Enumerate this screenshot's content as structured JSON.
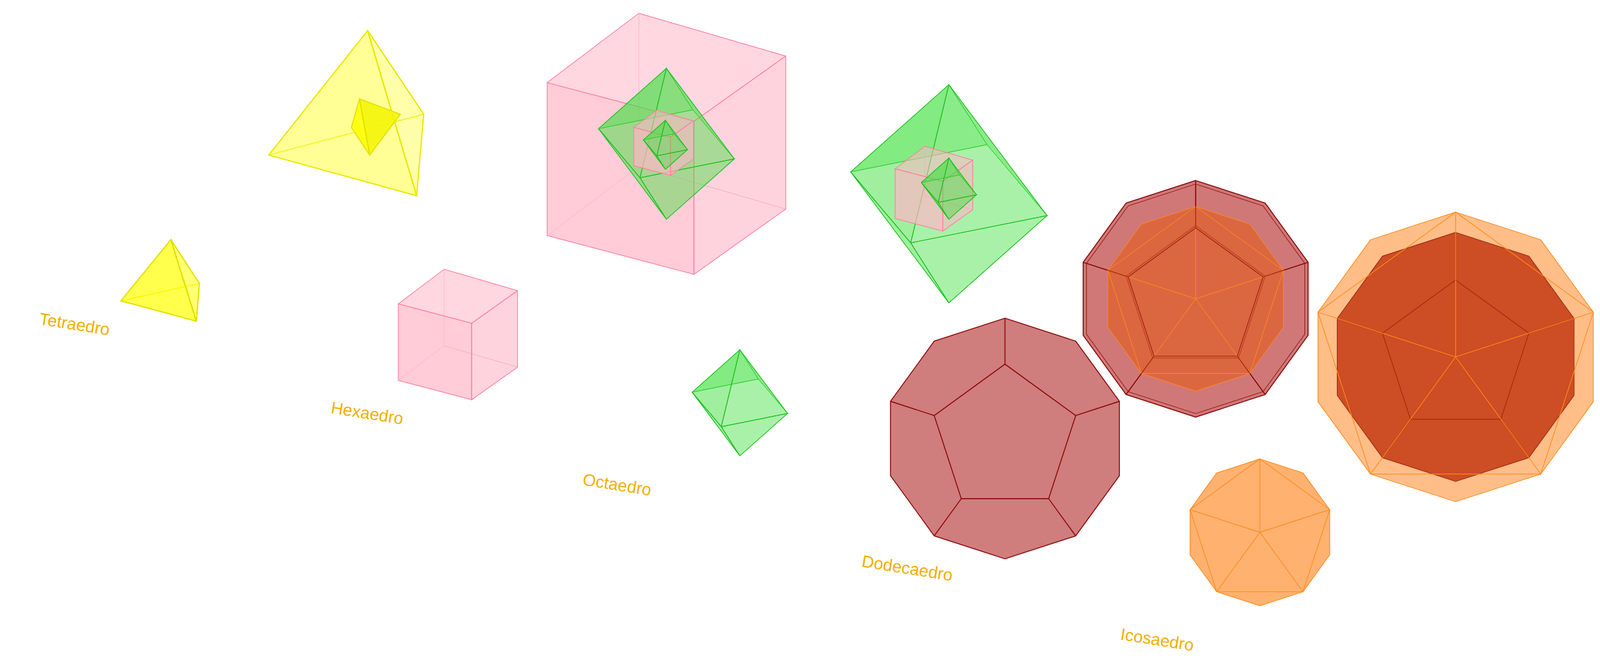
{
  "diagram": {
    "labels": [
      "Tetraedro",
      "Hexaedro",
      "Octaedro",
      "Dodecaedro",
      "Icosaedro"
    ]
  }
}
